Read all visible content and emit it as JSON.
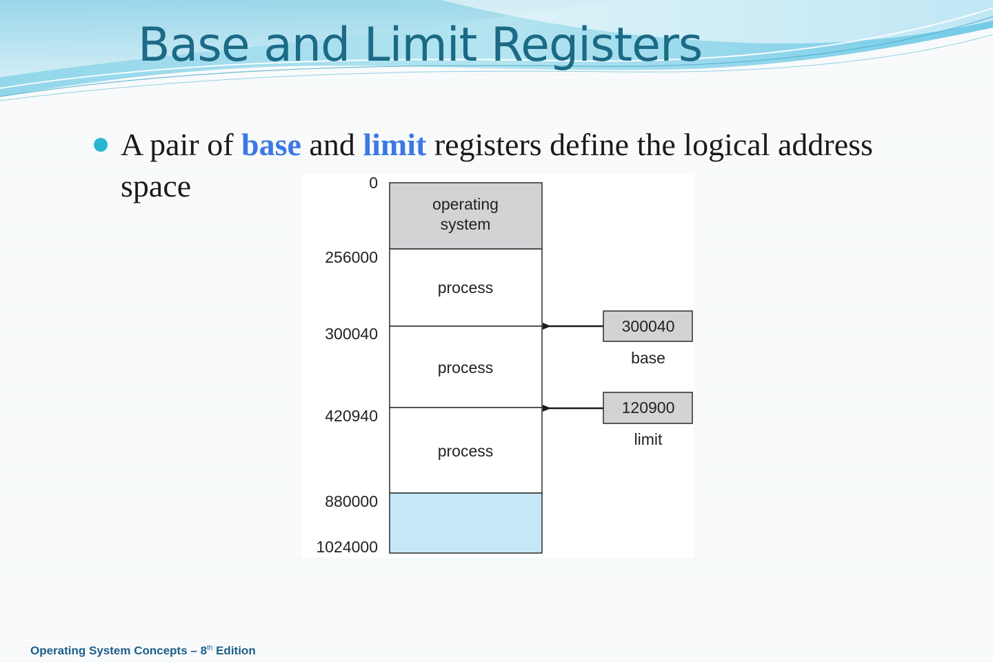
{
  "slide": {
    "title": "Base and Limit Registers",
    "bullet": {
      "before": "A pair of ",
      "keyword1": "base",
      "middle": " and ",
      "keyword2": "limit",
      "after": " registers define the logical address space"
    },
    "footer": {
      "text": "Operating System Concepts – 8",
      "sup": "th",
      "tail": " Edition"
    }
  },
  "diagram": {
    "memory_blocks": [
      {
        "line1": "operating",
        "line2": "system",
        "fill": "#d3d3d6"
      },
      {
        "line1": "process",
        "line2": "",
        "fill": "#ffffff"
      },
      {
        "line1": "process",
        "line2": "",
        "fill": "#ffffff"
      },
      {
        "line1": "process",
        "line2": "",
        "fill": "#ffffff"
      },
      {
        "line1": "",
        "line2": "",
        "fill": "#c6e8f6"
      }
    ],
    "addresses": [
      "0",
      "256000",
      "300040",
      "420940",
      "880000",
      "1024000"
    ],
    "registers": [
      {
        "value": "300040",
        "label": "base"
      },
      {
        "value": "120900",
        "label": "limit"
      }
    ]
  },
  "colors": {
    "title": "#1b6a86",
    "keyword": "#3b78e6",
    "bullet_dot": "#29b6d2",
    "footer": "#1d5f88",
    "register_fill": "#d3d3d6"
  }
}
